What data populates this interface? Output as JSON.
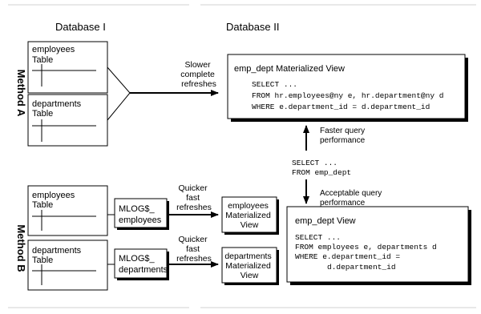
{
  "headers": {
    "db1": "Database I",
    "db2": "Database II"
  },
  "methods": {
    "a": "Method A",
    "b": "Method B"
  },
  "tables": {
    "employees_a": [
      "employees",
      "Table"
    ],
    "departments_a": [
      "departments",
      "Table"
    ],
    "employees_b": [
      "employees",
      "Table"
    ],
    "departments_b": [
      "departments",
      "Table"
    ]
  },
  "arrow_labels": {
    "slower": [
      "Slower",
      "complete",
      "refreshes"
    ],
    "quicker1": [
      "Quicker",
      "fast",
      "refreshes"
    ],
    "quicker2": [
      "Quicker",
      "fast",
      "refreshes"
    ],
    "faster_query": [
      "Faster query",
      "performance"
    ],
    "acceptable_query": [
      "Acceptable query",
      "performance"
    ]
  },
  "mv_box": {
    "title": "emp_dept Materialized View",
    "sql": [
      "SELECT ...",
      "FROM hr.employees@ny e, hr.department@ny d",
      "WHERE e.department_id = d.department_id"
    ]
  },
  "middle_query": [
    "SELECT ...",
    "FROM emp_dept"
  ],
  "mlogs": {
    "employees": [
      "MLOG$_",
      "employees"
    ],
    "departments": [
      "MLOG$_",
      "departments"
    ]
  },
  "mviews": {
    "employees": [
      "employees",
      "Materialized",
      "View"
    ],
    "departments": [
      "departments",
      "Materialized",
      "View"
    ]
  },
  "view_box": {
    "title": "emp_dept View",
    "sql": [
      "SELECT ...",
      "FROM employees e, departments d",
      "WHERE e.department_id =",
      "d.department_id"
    ]
  }
}
